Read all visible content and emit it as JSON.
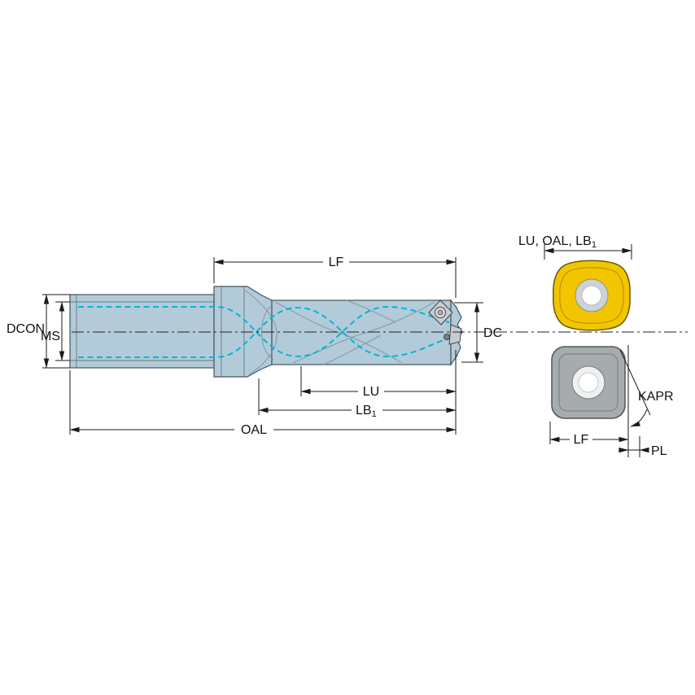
{
  "labels": {
    "lf_top": "LF",
    "dcon": "DCON",
    "ms": "MS",
    "dc": "DC",
    "lu": "LU",
    "lb": "LB",
    "lb_sub": "1",
    "oal": "OAL",
    "insert_ref": "LU, OAL, LB",
    "insert_ref_sub": "1",
    "kapr": "KAPR",
    "lf_insert": "LF",
    "pl": "PL"
  },
  "colors": {
    "body_fill": "#b3cbd9",
    "body_stroke": "#44545e",
    "detail_stroke": "#7d98a6",
    "coolant": "#00b5d8",
    "insert_yellow": "#f2c500",
    "insert_yellow_stroke": "#6b5600",
    "insert_gray": "#a6abae",
    "insert_gray_stroke": "#50565a",
    "dim_color": "#1a1a1a"
  }
}
